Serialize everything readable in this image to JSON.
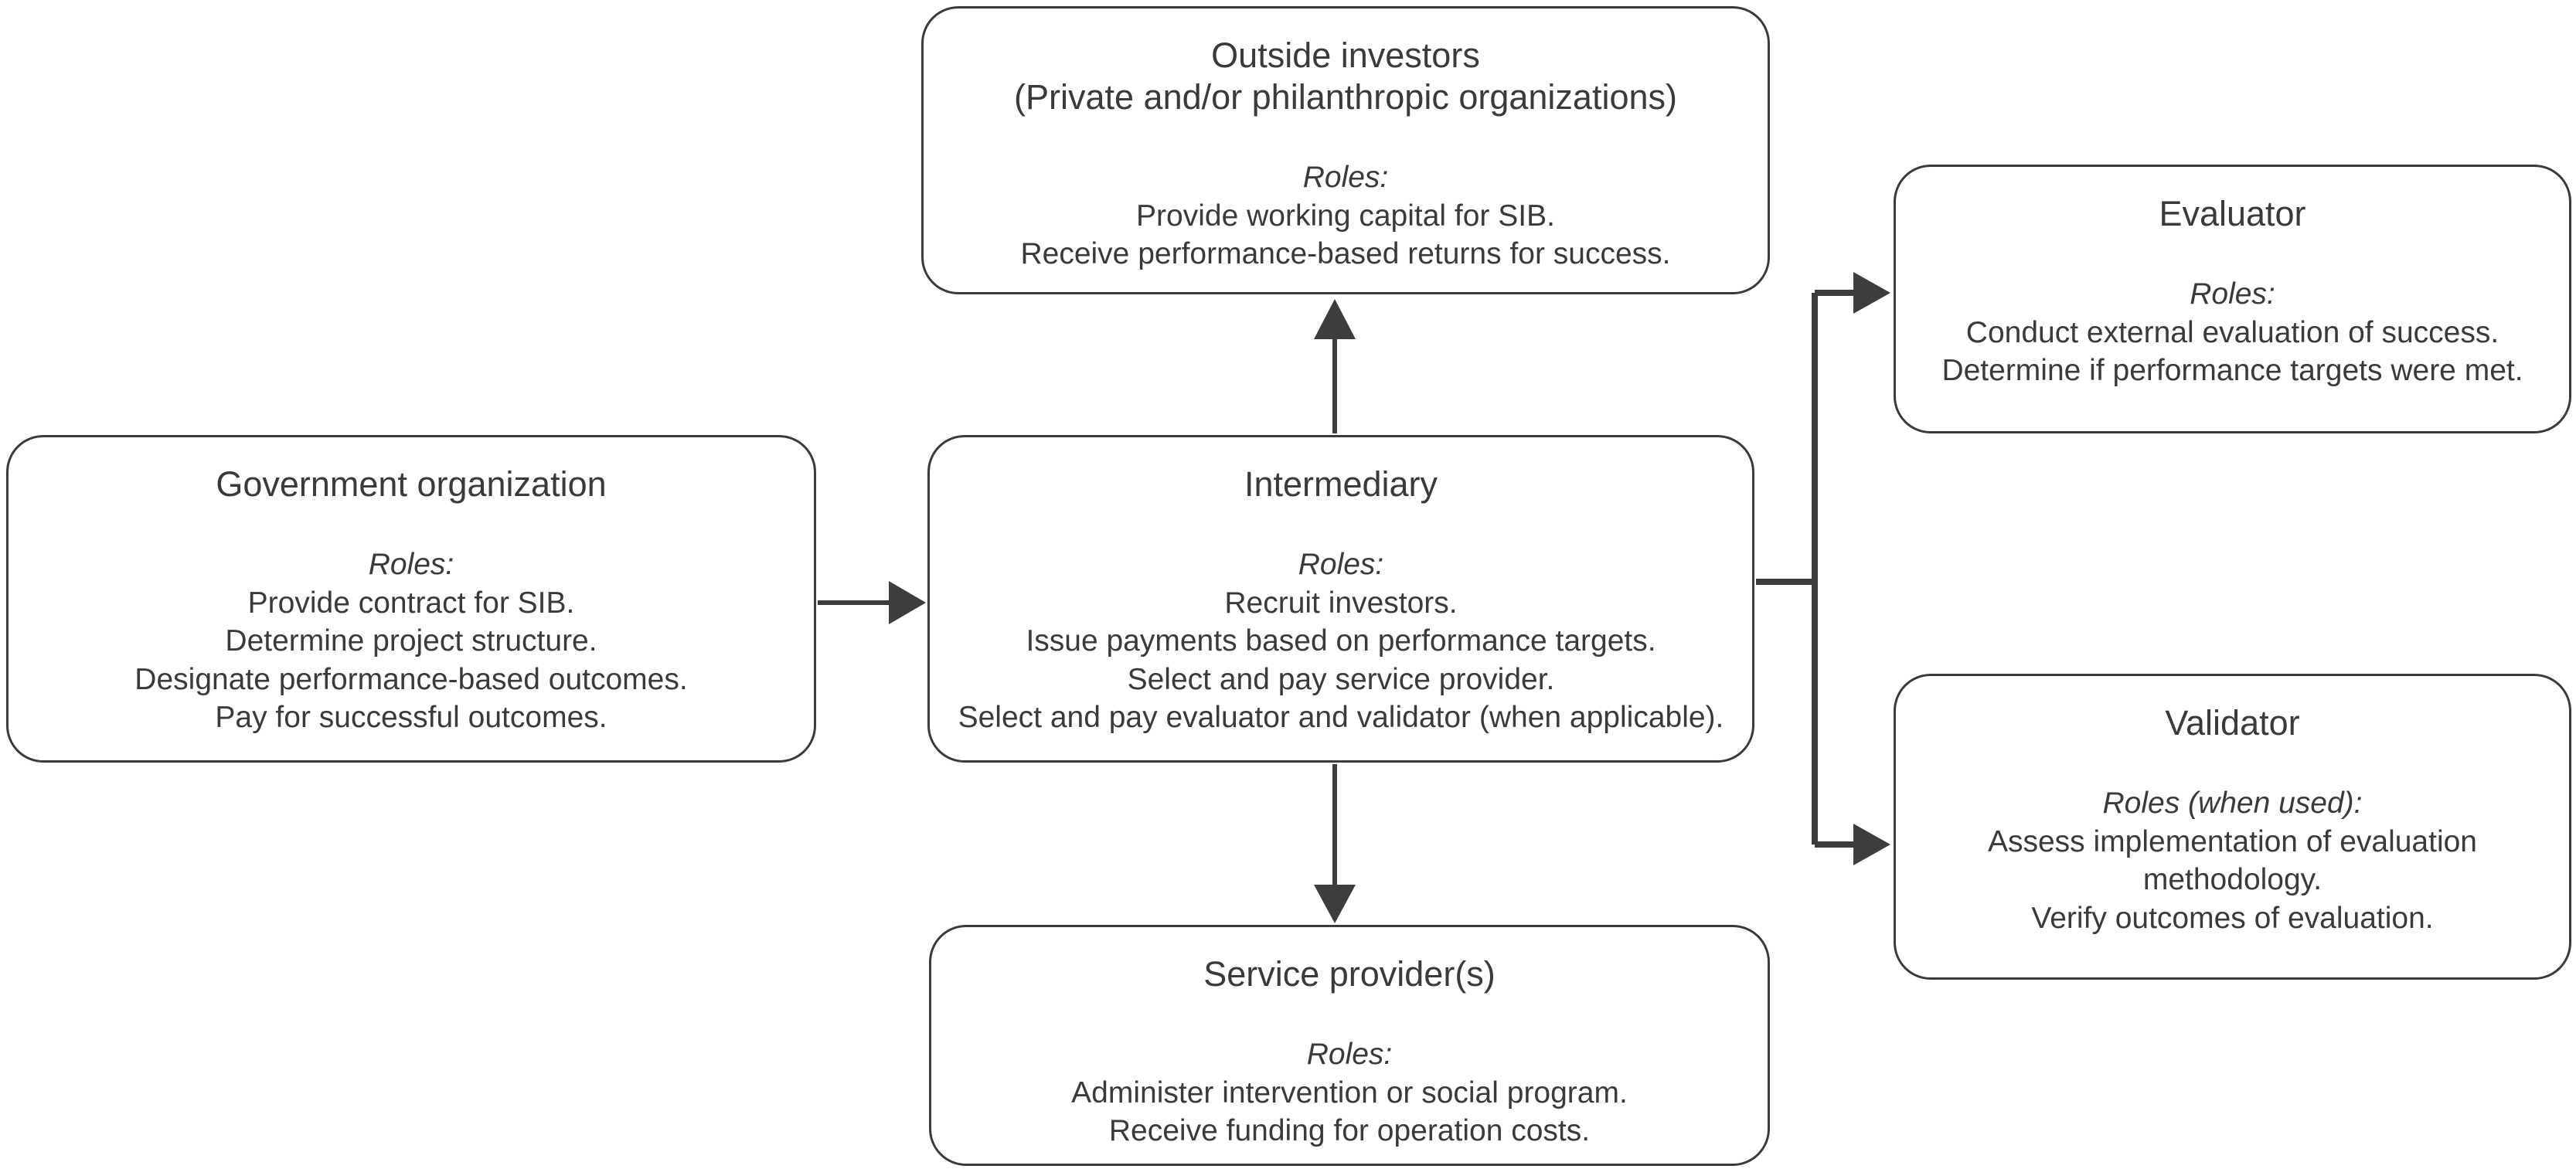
{
  "figure": {
    "background_color": "#ffffff",
    "line_color": "#3a3a3a",
    "arrow_color": "#3d3d3d",
    "text_color": "#3a3a3a"
  },
  "boxes": {
    "outside_investors": {
      "title": "Outside investors",
      "subtitle": "(Private and/or philanthropic organizations)",
      "roles_label": "Roles:",
      "roles": [
        "Provide working capital for SIB.",
        "Receive performance-based returns for success."
      ]
    },
    "evaluator": {
      "title": "Evaluator",
      "roles_label": "Roles:",
      "roles": [
        "Conduct external evaluation of success.",
        "Determine if performance targets were met."
      ]
    },
    "government": {
      "title": "Government organization",
      "roles_label": "Roles:",
      "roles": [
        "Provide contract for SIB.",
        "Determine project structure.",
        "Designate performance-based outcomes.",
        "Pay for successful outcomes."
      ]
    },
    "intermediary": {
      "title": "Intermediary",
      "roles_label": "Roles:",
      "roles": [
        "Recruit investors.",
        "Issue payments based on performance targets.",
        "Select and pay service provider.",
        "Select and pay evaluator and validator (when applicable)."
      ]
    },
    "validator": {
      "title": "Validator",
      "roles_label": "Roles (when used):",
      "roles": [
        "Assess implementation of evaluation methodology.",
        "Verify outcomes of evaluation."
      ]
    },
    "service_provider": {
      "title": "Service provider(s)",
      "roles_label": "Roles:",
      "roles": [
        "Administer intervention or social program.",
        "Receive funding for operation costs."
      ]
    }
  },
  "connections": [
    {
      "from": "Government organization",
      "to": "Intermediary",
      "type": "arrow"
    },
    {
      "from": "Intermediary",
      "to": "Outside investors",
      "type": "arrow"
    },
    {
      "from": "Intermediary",
      "to": "Service provider(s)",
      "type": "arrow"
    },
    {
      "from": "Intermediary",
      "to": "Evaluator",
      "type": "arrow"
    },
    {
      "from": "Intermediary",
      "to": "Validator",
      "type": "arrow"
    }
  ]
}
